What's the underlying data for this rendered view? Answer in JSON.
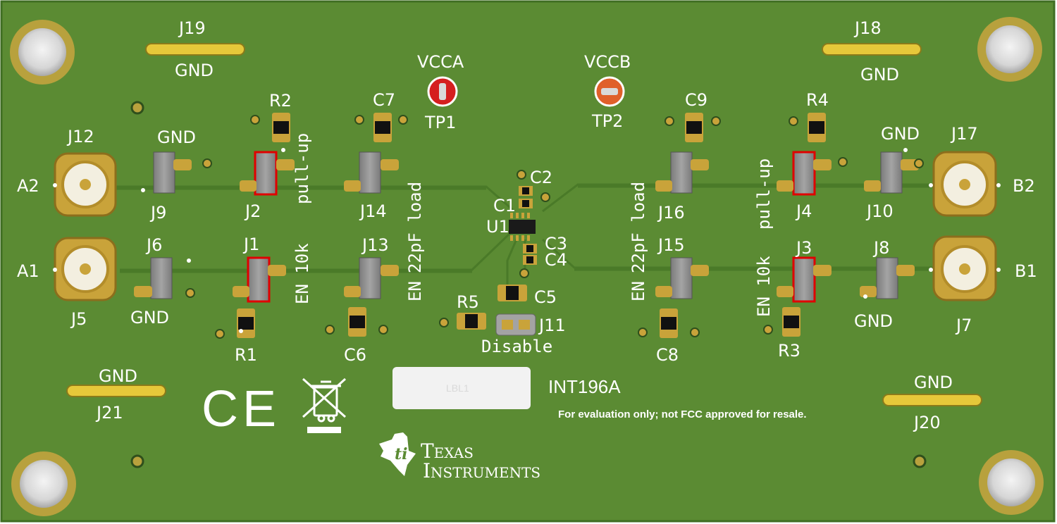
{
  "board": {
    "test_points": {
      "tp1": "TP1",
      "tp2": "TP2",
      "vcca": "VCCA",
      "vccb": "VCCB"
    },
    "connectors": {
      "j19": "J19",
      "j18": "J18",
      "j21": "J21",
      "j20": "J20",
      "j12": "J12",
      "j5": "J5",
      "j17": "J17",
      "j7": "J7",
      "j9": "J9",
      "j6": "J6",
      "j2": "J2",
      "j1": "J1",
      "j14": "J14",
      "j13": "J13",
      "j16": "J16",
      "j15": "J15",
      "j4": "J4",
      "j3": "J3",
      "j10": "J10",
      "j8": "J8",
      "j11": "J11"
    },
    "components": {
      "r1": "R1",
      "r2": "R2",
      "r3": "R3",
      "r4": "R4",
      "r5": "R5",
      "c1": "C1",
      "c2": "C2",
      "c3": "C3",
      "c4": "C4",
      "c5": "C5",
      "c6": "C6",
      "c7": "C7",
      "c8": "C8",
      "c9": "C9",
      "u1": "U1"
    },
    "signals": {
      "a1": "A1",
      "a2": "A2",
      "b1": "B1",
      "b2": "B2"
    },
    "labels": {
      "gnd": "GND",
      "pull_up": "pull-up",
      "en_10k": "EN 10k",
      "load_22pf": "22pF load",
      "en": "EN",
      "disable": "Disable",
      "part_number": "INT196A",
      "lbl1": "LBL1",
      "disclaimer": "For evaluation only; not FCC approved for resale.",
      "ce_mark": "CE",
      "brand_top": "Texas",
      "brand_bottom": "Instruments"
    },
    "colors": {
      "pcb": "#5a8a32",
      "trace": "#4f7d2b",
      "gold": "#c9a33a",
      "header": "#8f8f8f",
      "highlight": "#e00000",
      "silkscreen": "#ffffff",
      "tp1_fill": "#d51f1f",
      "tp2_fill": "#e0602a"
    }
  }
}
